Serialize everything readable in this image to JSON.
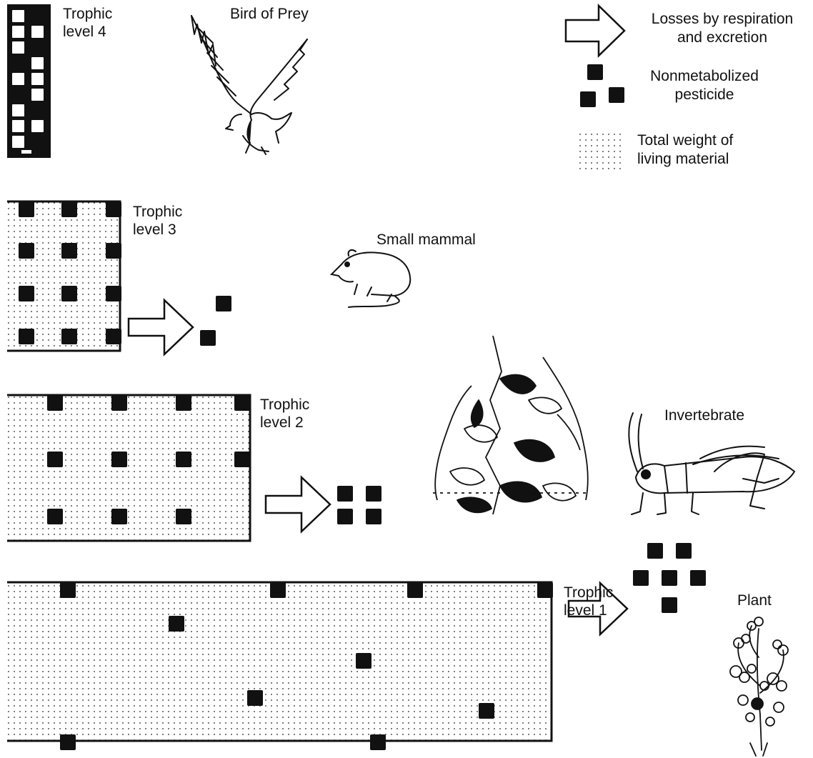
{
  "legend": {
    "losses": [
      "Losses by respiration",
      "and excretion"
    ],
    "pesticide": [
      "Nonmetabolized",
      "pesticide"
    ],
    "weight": [
      "Total weight of",
      "living material"
    ]
  },
  "levels": [
    {
      "id": "level4",
      "label": [
        "Trophic",
        "level 4"
      ],
      "organism": "Bird of Prey",
      "excreted_blocks": 0
    },
    {
      "id": "level3",
      "label": [
        "Trophic",
        "level 3"
      ],
      "organism": "Small mammal",
      "excreted_blocks": 2
    },
    {
      "id": "level2",
      "label": [
        "Trophic",
        "level 2"
      ],
      "organism": "Invertebrate",
      "excreted_blocks": 4
    },
    {
      "id": "level1",
      "label": [
        "Trophic",
        "level 1"
      ],
      "organism": "Plant",
      "excreted_blocks": 6
    }
  ],
  "icons": {
    "bird": "bird-of-prey-icon",
    "mammal": "small-mammal-icon",
    "shrub": "leafy-shrub-icon",
    "grasshopper": "grasshopper-icon",
    "plant": "flowering-plant-icon"
  },
  "colors": {
    "ink": "#111111",
    "paper": "#ffffff"
  }
}
